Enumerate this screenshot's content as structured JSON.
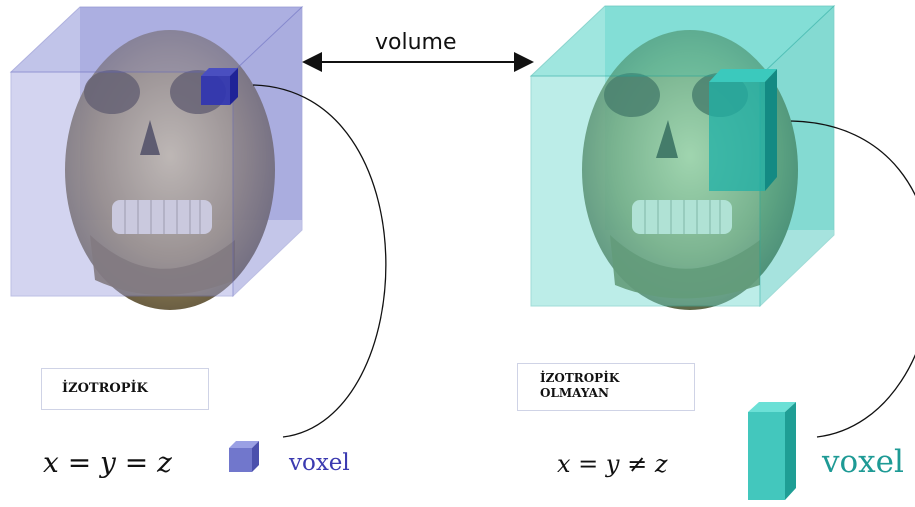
{
  "top_label": "volume",
  "left_panel": {
    "label": "İZOTROPİK",
    "equation": "x = y = z",
    "voxel_word": "voxel"
  },
  "right_panel": {
    "label_line1": "İZOTROPİK",
    "label_line2": "OLMAYAN",
    "equation": "x = y ≠ z",
    "voxel_word": "voxel"
  },
  "colors": {
    "isotropic_cube": "#8a8fd6",
    "anisotropic_cube": "#4fd0c4",
    "isotropic_voxel": "#2b2fa8",
    "anisotropic_voxel": "#19b3aa"
  }
}
